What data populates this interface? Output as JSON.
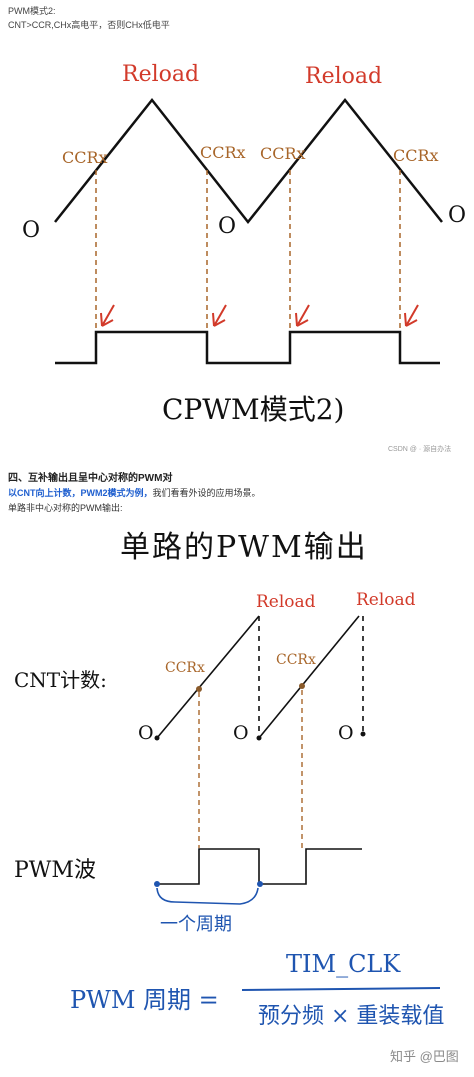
{
  "section1": {
    "heading": "PWM模式2:",
    "desc": "CNT>CCR,CHx高电平，否则CHx低电平",
    "reload_labels": [
      "Reload",
      "Reload"
    ],
    "ccr_labels": [
      "CCRx",
      "CCRx",
      "CCRx",
      "CCRx"
    ],
    "zero_labels": [
      "O",
      "O",
      "O"
    ],
    "caption": "CPWM模式2)",
    "watermark": "CSDN @ · 源自办法"
  },
  "section2": {
    "title": "四、互补输出且呈中心对称的PWM对",
    "line2_bold": "以CNT向上计数，PWM2模式为例，",
    "line2_rest": "我们看看外设的应用场景。",
    "line3": "单路非中心对称的PWM输出:",
    "big_title": "单路的PWM输出",
    "reload_labels": [
      "Reload",
      "Reload"
    ],
    "ccr_labels": [
      "CCRx",
      "CCRx"
    ],
    "cnt_label": "CNT计数:",
    "zero_labels": [
      "O",
      "O",
      "O"
    ],
    "pwm_label": "PWM波",
    "period_label": "一个周期",
    "formula_left": "PWM 周期 =",
    "formula_num": "TIM_CLK",
    "formula_den": "预分频 × 重装载值",
    "footer": "知乎 @巴图"
  },
  "colors": {
    "reload": "#d23a2a",
    "ccr": "#a8662a",
    "formula": "#1f55b0",
    "line": "#111111"
  }
}
